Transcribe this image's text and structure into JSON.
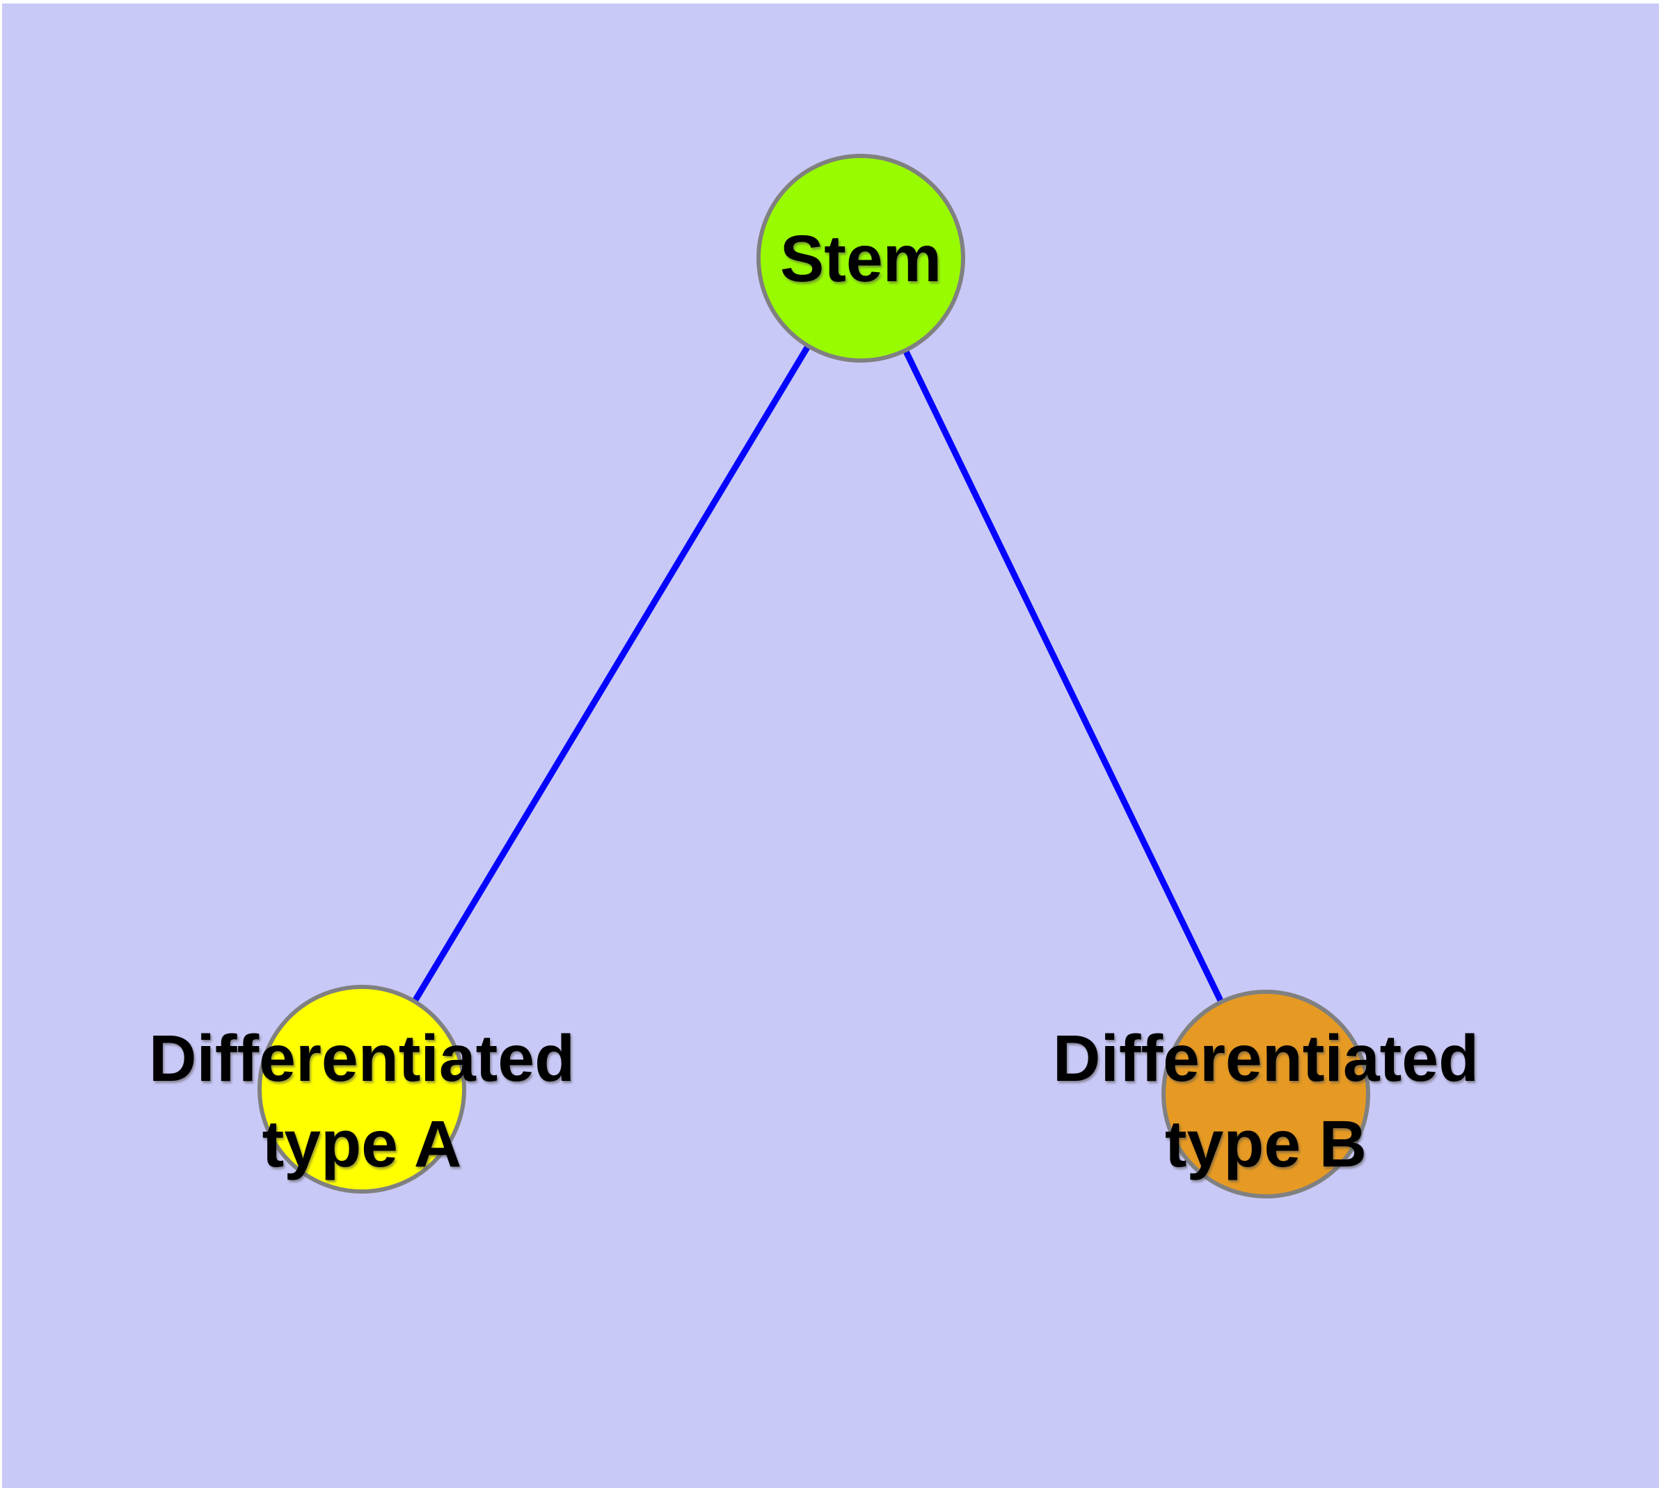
{
  "diagram": {
    "background_color": "#C9C9F7",
    "margin_color": "#FFFFFF",
    "edge_color": "#0505FF",
    "node_border_color": "#808080",
    "label_color": "#000000",
    "nodes": [
      {
        "id": "stem",
        "label_lines": [
          "Stem"
        ],
        "fill": "#99FB00"
      },
      {
        "id": "differentiated-type-a",
        "label_lines": [
          "Differentiated",
          "type A"
        ],
        "fill": "#FFFF00"
      },
      {
        "id": "differentiated-type-b",
        "label_lines": [
          "Differentiated",
          "type B"
        ],
        "fill": "#E69A23"
      }
    ],
    "edges": [
      {
        "from": "stem",
        "to": "differentiated-type-a"
      },
      {
        "from": "stem",
        "to": "differentiated-type-b"
      }
    ]
  }
}
